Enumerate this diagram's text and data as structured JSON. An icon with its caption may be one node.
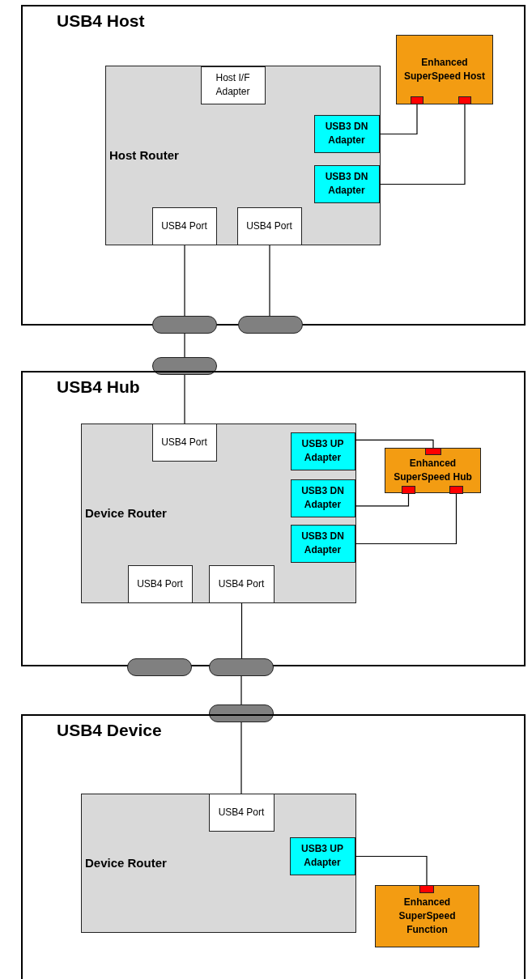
{
  "diagram": {
    "nodes": [
      {
        "text": [
          "USB4 Host"
        ]
      },
      {
        "text": [
          "Host Router"
        ],
        "in": 0
      },
      {
        "text": [
          "Host I/F Adapter"
        ],
        "in": 1
      },
      {
        "text": [
          "USB3 DN Adapter"
        ],
        "in": 1
      },
      {
        "text": [
          "USB3 DN Adapter"
        ],
        "in": 1
      },
      {
        "text": [
          "USB4 Port"
        ],
        "in": 1
      },
      {
        "text": [
          "USB4 Port"
        ],
        "in": 1
      },
      {
        "text": [
          "Enhanced SuperSpeed Host"
        ],
        "in": 0
      },
      {
        "text": [],
        "shape": "box",
        "in": 7
      },
      {
        "text": [],
        "shape": "box",
        "in": 7
      },
      {
        "text": [],
        "shape": "capsule"
      },
      {
        "text": [],
        "shape": "capsule"
      },
      {
        "text": [],
        "shape": "capsule"
      },
      {
        "text": [
          "USB4 Hub"
        ]
      },
      {
        "text": [
          "Device Router"
        ],
        "in": 13
      },
      {
        "text": [
          "USB4 Port"
        ],
        "in": 14
      },
      {
        "text": [
          "USB3 UP Adapter"
        ],
        "in": 14
      },
      {
        "text": [
          "USB3 DN Adapter"
        ],
        "in": 14
      },
      {
        "text": [
          "USB3 DN Adapter"
        ],
        "in": 14
      },
      {
        "text": [
          "USB4 Port"
        ],
        "in": 14
      },
      {
        "text": [
          "USB4 Port"
        ],
        "in": 14
      },
      {
        "text": [
          "Enhanced SuperSpeed Hub"
        ],
        "in": 13
      },
      {
        "text": [],
        "shape": "box",
        "in": 21
      },
      {
        "text": [],
        "shape": "box",
        "in": 21
      },
      {
        "text": [],
        "shape": "box",
        "in": 21
      },
      {
        "text": [],
        "shape": "capsule"
      },
      {
        "text": [],
        "shape": "capsule"
      },
      {
        "text": [],
        "shape": "capsule"
      },
      {
        "text": [
          "USB4 Device"
        ]
      },
      {
        "text": [
          "Device Router"
        ],
        "in": 28
      },
      {
        "text": [
          "USB4 Port"
        ],
        "in": 29
      },
      {
        "text": [
          "USB3 UP Adapter"
        ],
        "in": 29
      },
      {
        "text": [
          "Enhanced SuperSpeed Function"
        ],
        "in": 28
      },
      {
        "text": [],
        "shape": "box",
        "in": 32
      }
    ],
    "edges": [
      {
        "from": 3,
        "to": 8,
        "arrow": "none"
      },
      {
        "from": 4,
        "to": 9,
        "arrow": "none"
      },
      {
        "from": 5,
        "to": 10,
        "arrow": "none"
      },
      {
        "from": 6,
        "to": 11,
        "arrow": "none"
      },
      {
        "from": 10,
        "to": 12,
        "arrow": "none"
      },
      {
        "from": 12,
        "to": 15,
        "arrow": "none"
      },
      {
        "from": 16,
        "to": 22,
        "arrow": "none"
      },
      {
        "from": 17,
        "to": 23,
        "arrow": "none"
      },
      {
        "from": 18,
        "to": 24,
        "arrow": "none"
      },
      {
        "from": 20,
        "to": 26,
        "arrow": "none"
      },
      {
        "from": 26,
        "to": 27,
        "arrow": "none"
      },
      {
        "from": 27,
        "to": 30,
        "arrow": "none"
      },
      {
        "from": 31,
        "to": 33,
        "arrow": "none"
      }
    ]
  }
}
